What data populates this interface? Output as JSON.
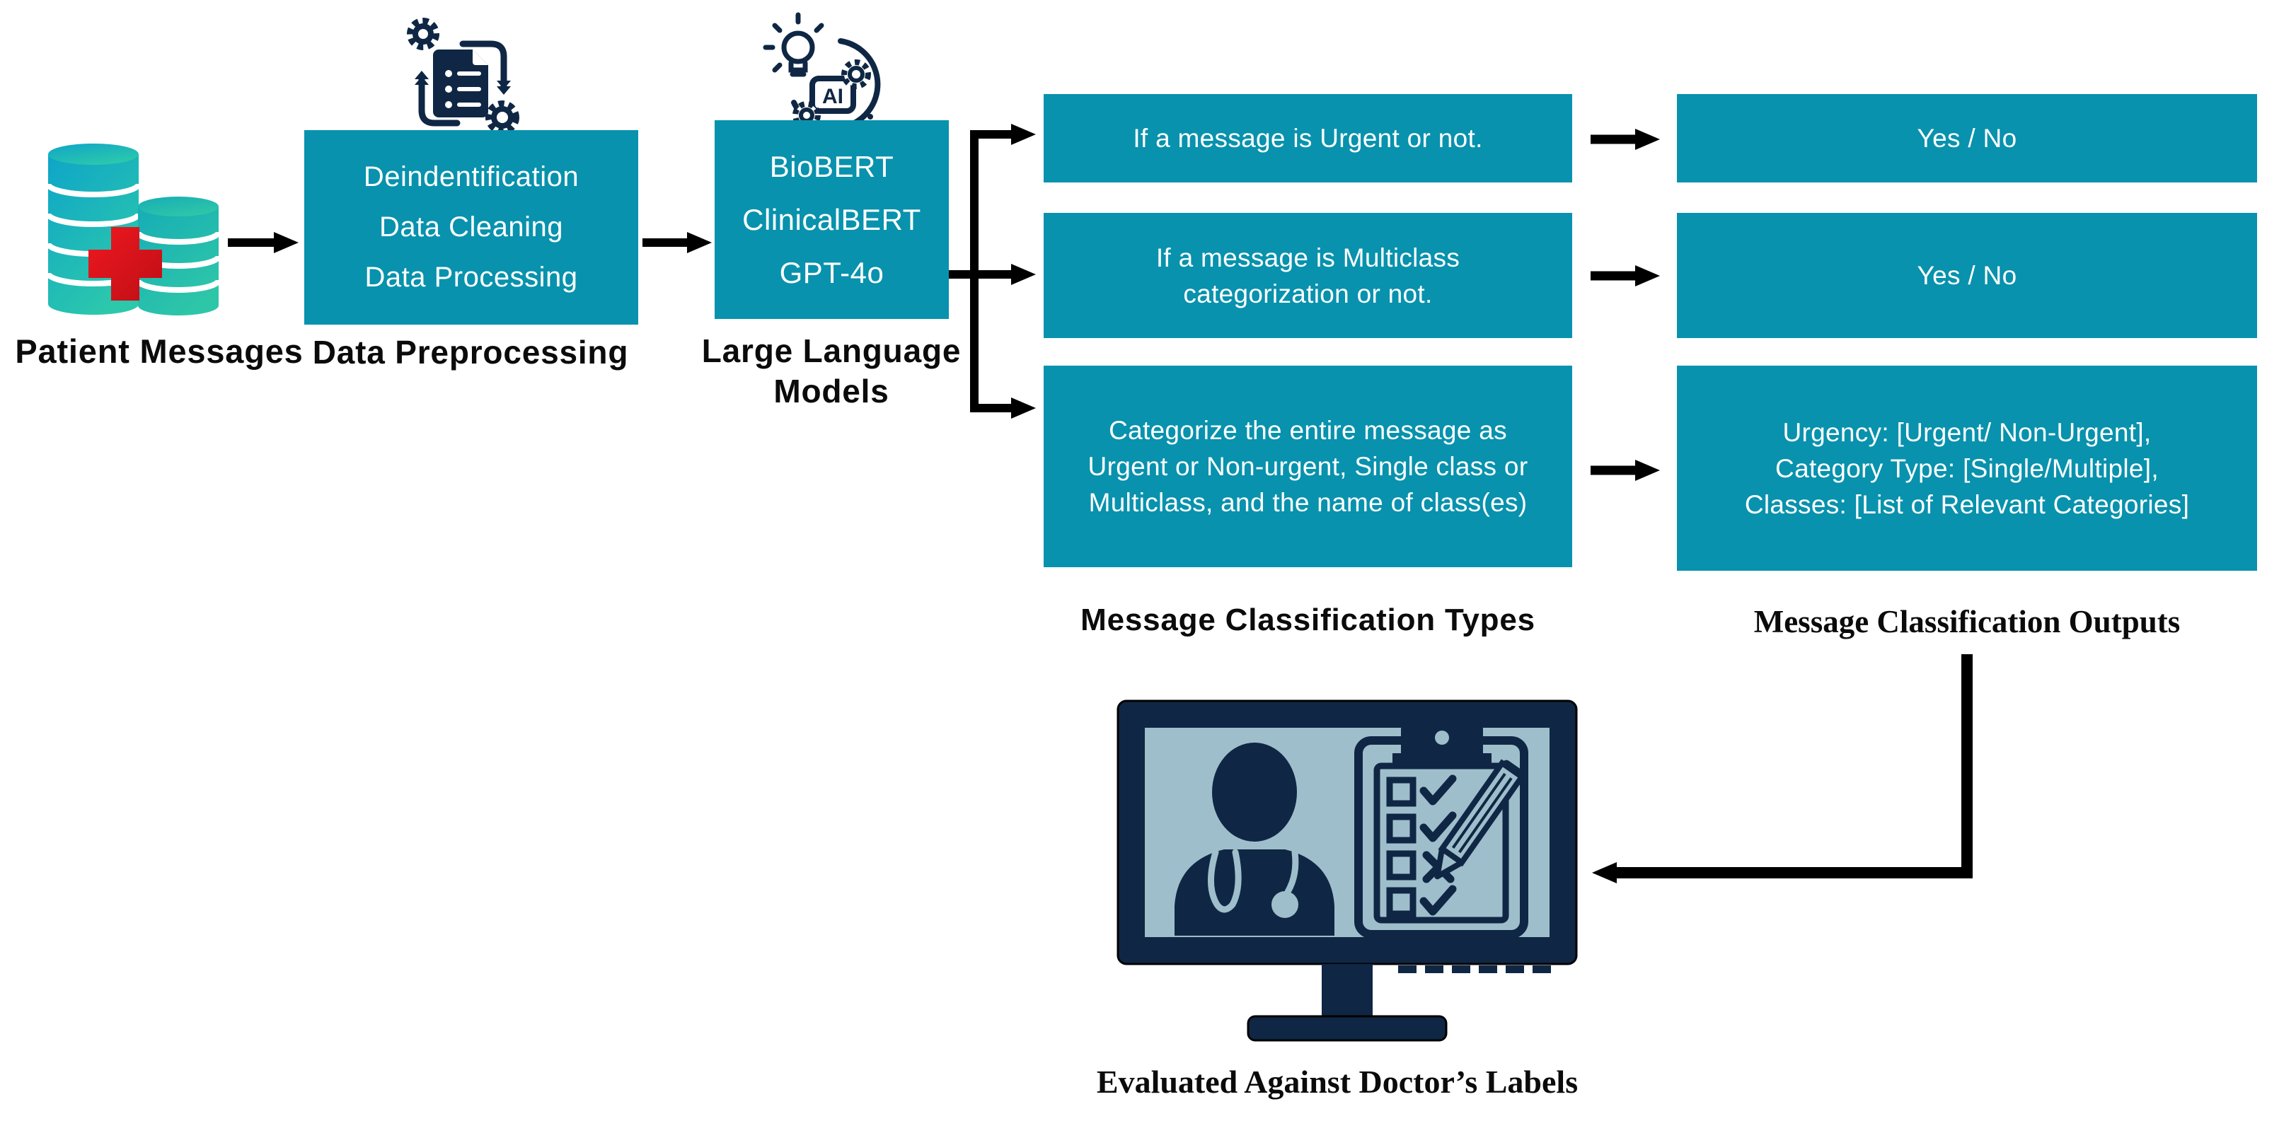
{
  "diagram_title": "Patient message classification pipeline",
  "palette": {
    "teal_box": "#0892AD",
    "navy_icon": "#0F2744",
    "screen_blue": "#9FBECB",
    "cylinder_teal_start": "#0EA5C8",
    "cylinder_teal_end": "#2CC8AC",
    "cross_red_start": "#F01820",
    "cross_red_end": "#BE0E15",
    "arrow_black": "#000000",
    "text_white": "#FFFFFF",
    "label_black": "#0B0B0B"
  },
  "icons": {
    "patient_data": "database-with-medical-cross-icon",
    "preprocessing": "document-sync-gears-icon",
    "llm": "ai-chip-lightbulb-icon",
    "evaluation": "monitor-doctor-checklist-icon"
  },
  "nodes": {
    "patient_messages": {
      "label": "Patient Messages"
    },
    "data_preprocessing": {
      "label": "Data Preprocessing",
      "steps": [
        "Deindentification",
        "Data Cleaning",
        "Data Processing"
      ]
    },
    "llm": {
      "label_line1": "Large Language",
      "label_line2": "Models",
      "models": [
        "BioBERT",
        "ClinicalBERT",
        "GPT-4o"
      ]
    },
    "classification_types": {
      "label": "Message Classification Types",
      "boxes": [
        {
          "lines": [
            "If a message is Urgent or not."
          ]
        },
        {
          "lines": [
            "If a message is Multiclass",
            "categorization or not."
          ]
        },
        {
          "lines": [
            "Categorize the entire message as",
            "Urgent or Non-urgent, Single class or",
            "Multiclass,  and the name of class(es)"
          ]
        }
      ]
    },
    "classification_outputs": {
      "label": "Message Classification Outputs",
      "boxes": [
        {
          "lines": [
            "Yes / No"
          ]
        },
        {
          "lines": [
            "Yes / No"
          ]
        },
        {
          "lines": [
            "Urgency: [Urgent/ Non-Urgent],",
            "Category Type: [Single/Multiple],",
            "Classes: [List of Relevant Categories]"
          ]
        }
      ]
    },
    "evaluation": {
      "label": "Evaluated Against Doctor’s Labels"
    },
    "ai_chip_text": "AI"
  }
}
